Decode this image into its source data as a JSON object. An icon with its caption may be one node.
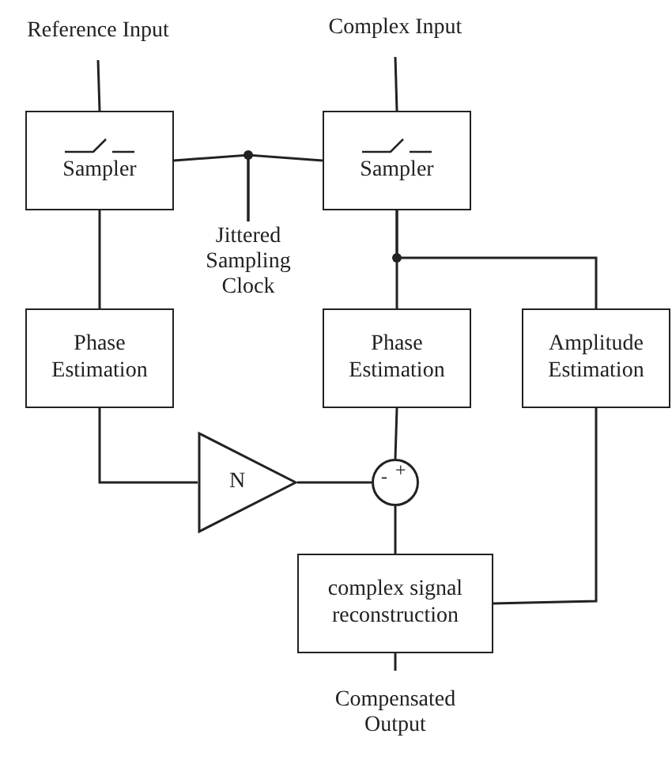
{
  "diagram": {
    "nodes": [
      {
        "text": [
          "Reference Input"
        ]
      },
      {
        "text": [
          "Complex Input"
        ]
      },
      {
        "text": [
          "Sampler"
        ]
      },
      {
        "text": [
          "Sampler"
        ]
      },
      {
        "text": [
          "Jittered Sampling Clock"
        ]
      },
      {
        "text": [
          "Phase Estimation"
        ]
      },
      {
        "text": [
          "Phase Estimation"
        ]
      },
      {
        "text": [
          "Amplitude Estimation"
        ]
      },
      {
        "text": [
          "N"
        ]
      },
      {
        "text": [
          "-",
          "+"
        ]
      },
      {
        "text": [
          "complex signal reconstruction"
        ]
      },
      {
        "text": [
          "Compensated Output"
        ]
      }
    ],
    "edges": [
      {
        "from": 0,
        "to": 2,
        "arrow": "none"
      },
      {
        "from": 1,
        "to": 3,
        "arrow": "none"
      },
      {
        "from": 4,
        "to": 2,
        "arrow": "none"
      },
      {
        "from": 4,
        "to": 3,
        "arrow": "none"
      },
      {
        "from": 2,
        "to": 5,
        "arrow": "none"
      },
      {
        "from": 5,
        "to": 8,
        "arrow": "none"
      },
      {
        "from": 8,
        "to": 9,
        "arrow": "none"
      },
      {
        "from": 6,
        "to": 9,
        "arrow": "none"
      },
      {
        "from": 9,
        "to": 10,
        "arrow": "none"
      },
      {
        "from": 3,
        "to": 6,
        "arrow": "none"
      },
      {
        "from": 3,
        "to": 7,
        "arrow": "none"
      },
      {
        "from": 7,
        "to": 10,
        "arrow": "none"
      },
      {
        "from": 10,
        "to": 11,
        "arrow": "none"
      }
    ]
  }
}
